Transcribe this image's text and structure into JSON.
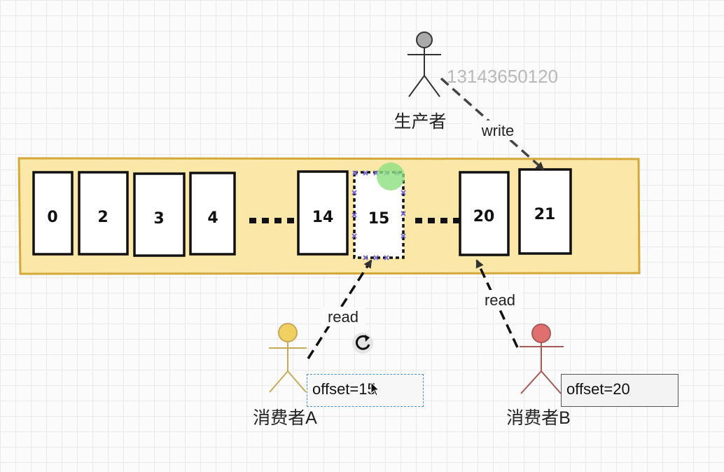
{
  "watermark": "13143650120",
  "producer": {
    "label": "生产者",
    "action": "write"
  },
  "partition": {
    "cells": [
      "0",
      "2",
      "3",
      "4",
      "14",
      "15",
      "20",
      "21"
    ]
  },
  "consumer_a": {
    "label": "消费者A",
    "action": "read",
    "offset_text": "offset=15"
  },
  "consumer_b": {
    "label": "消费者B",
    "action": "read",
    "offset_text": "offset=20"
  },
  "colors": {
    "partition_fill": "#fbe8a8",
    "partition_border": "#d4a83a",
    "producer_actor": "#aaaaaa",
    "consumer_a_actor": "#f0d060",
    "consumer_b_actor": "#e07070",
    "selection_marker": "#7b6fd6",
    "highlight": "#8de07f"
  },
  "icons": [
    "rotate-cursor-icon",
    "mouse-pointer-icon"
  ]
}
